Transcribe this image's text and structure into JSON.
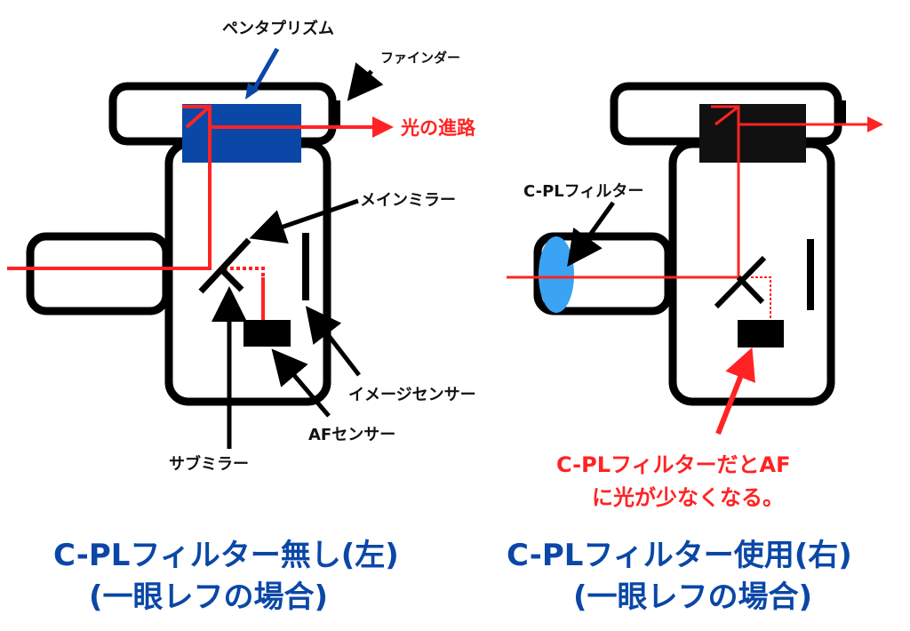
{
  "left_diagram": {
    "labels": {
      "pentaprism": "ペンタプリズム",
      "finder": "ファインダー",
      "light_path": "光の進路",
      "main_mirror": "メインミラー",
      "image_sensor": "イメージセンサー",
      "af_sensor": "AFセンサー",
      "sub_mirror": "サブミラー"
    },
    "caption_line1": "C-PLフィルター無し(左)",
    "caption_line2": "(一眼レフの場合)"
  },
  "right_diagram": {
    "labels": {
      "cpl_filter": "C-PLフィルター"
    },
    "note_line1": "C-PLフィルターだとAF",
    "note_line2": "に光が少なくなる。",
    "caption_line1": "C-PLフィルター使用(右)",
    "caption_line2": "(一眼レフの場合)"
  },
  "colors": {
    "light": "#ff2323",
    "prism": "#0a47a7",
    "filter": "#3aa3f3",
    "outline": "#000000"
  }
}
